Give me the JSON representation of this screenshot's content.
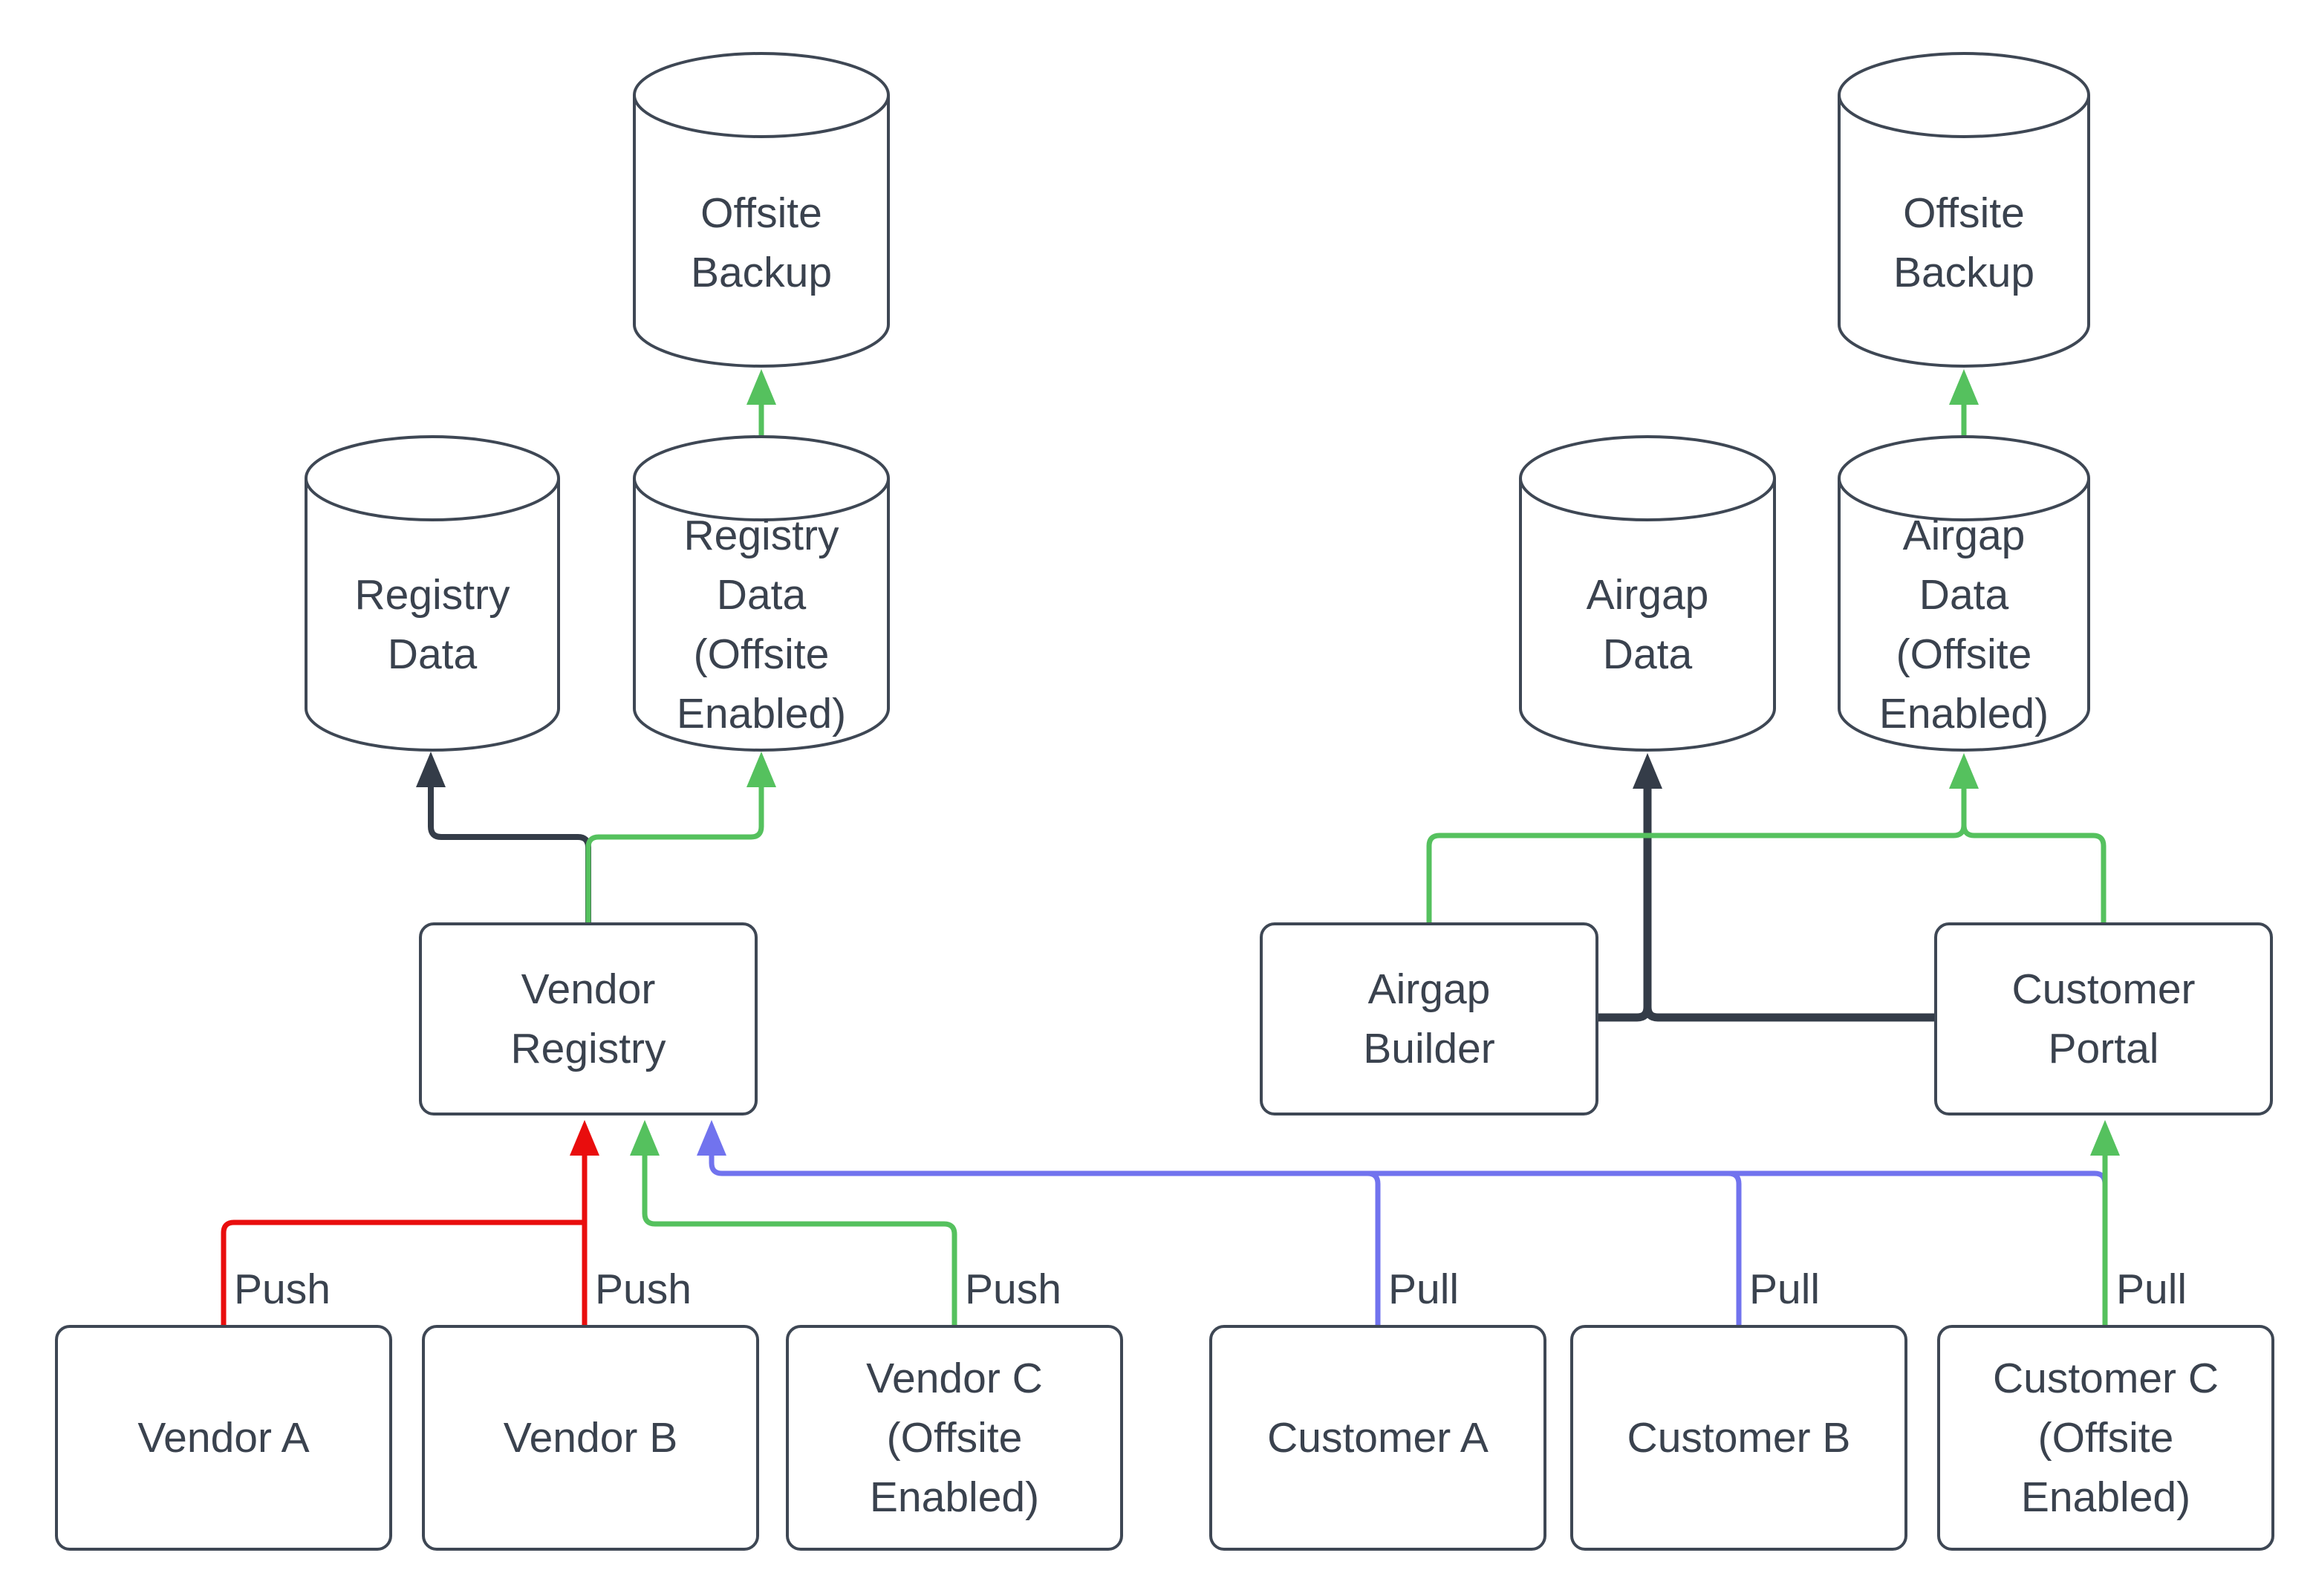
{
  "colors": {
    "red": "#e90d0d",
    "green": "#55c15e",
    "blue": "#7173ee",
    "dark": "#343c48",
    "node_border": "#3e4754",
    "node_fill": "#ffffff",
    "text": "#3a424e",
    "background": "#ffffff"
  },
  "nodes": {
    "offsite_backup_left": {
      "label": "Offsite\nBackup",
      "shape": "cylinder"
    },
    "registry_data": {
      "label": "Registry\nData",
      "shape": "cylinder"
    },
    "registry_data_offsite": {
      "label": "Registry\nData\n(Offsite\nEnabled)",
      "shape": "cylinder"
    },
    "vendor_registry": {
      "label": "Vendor\nRegistry",
      "shape": "rect"
    },
    "vendor_a": {
      "label": "Vendor A",
      "shape": "rect"
    },
    "vendor_b": {
      "label": "Vendor B",
      "shape": "rect"
    },
    "vendor_c": {
      "label": "Vendor C\n(Offsite\nEnabled)",
      "shape": "rect"
    },
    "offsite_backup_right": {
      "label": "Offsite\nBackup",
      "shape": "cylinder"
    },
    "airgap_data": {
      "label": "Airgap\nData",
      "shape": "cylinder"
    },
    "airgap_data_offsite": {
      "label": "Airgap\nData\n(Offsite\nEnabled)",
      "shape": "cylinder"
    },
    "airgap_builder": {
      "label": "Airgap\nBuilder",
      "shape": "rect"
    },
    "customer_portal": {
      "label": "Customer\nPortal",
      "shape": "rect"
    },
    "customer_a": {
      "label": "Customer A",
      "shape": "rect"
    },
    "customer_b": {
      "label": "Customer B",
      "shape": "rect"
    },
    "customer_c": {
      "label": "Customer C\n(Offsite\nEnabled)",
      "shape": "rect"
    }
  },
  "edge_labels": {
    "push_vendor_a": "Push",
    "push_vendor_b": "Push",
    "push_vendor_c": "Push",
    "pull_customer_a": "Pull",
    "pull_customer_b": "Pull",
    "pull_customer_c": "Pull"
  },
  "edges": [
    {
      "from": "Vendor A",
      "to": "Vendor Registry",
      "label": "Push",
      "color": "red"
    },
    {
      "from": "Vendor B",
      "to": "Vendor Registry",
      "label": "Push",
      "color": "red"
    },
    {
      "from": "Vendor C (Offsite Enabled)",
      "to": "Vendor Registry",
      "label": "Push",
      "color": "green"
    },
    {
      "from": "Customer A",
      "to": "Vendor Registry",
      "label": "Pull",
      "color": "blue"
    },
    {
      "from": "Customer B",
      "to": "Vendor Registry",
      "label": "Pull",
      "color": "blue"
    },
    {
      "from": "Customer C (Offsite Enabled)",
      "to": "Vendor Registry",
      "label": "",
      "color": "blue"
    },
    {
      "from": "Customer C (Offsite Enabled)",
      "to": "Customer Portal",
      "label": "Pull",
      "color": "green"
    },
    {
      "from": "Vendor Registry",
      "to": "Registry Data",
      "label": "",
      "color": "dark"
    },
    {
      "from": "Vendor Registry",
      "to": "Registry Data (Offsite Enabled)",
      "label": "",
      "color": "green"
    },
    {
      "from": "Registry Data (Offsite Enabled)",
      "to": "Offsite Backup",
      "label": "",
      "color": "green"
    },
    {
      "from": "Airgap Builder",
      "to": "Airgap Data",
      "label": "",
      "color": "dark"
    },
    {
      "from": "Customer Portal",
      "to": "Airgap Data",
      "label": "",
      "color": "dark"
    },
    {
      "from": "Airgap Builder",
      "to": "Airgap Data (Offsite Enabled)",
      "label": "",
      "color": "green"
    },
    {
      "from": "Customer Portal",
      "to": "Airgap Data (Offsite Enabled)",
      "label": "",
      "color": "green"
    },
    {
      "from": "Airgap Data (Offsite Enabled)",
      "to": "Offsite Backup",
      "label": "",
      "color": "green"
    }
  ]
}
